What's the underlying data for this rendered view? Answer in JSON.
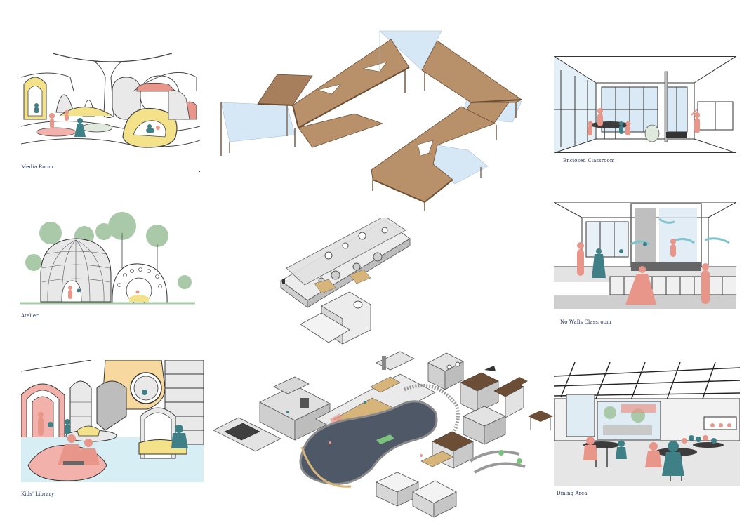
{
  "captions": {
    "media_room": "Media Room",
    "enclosed_classroom": "Enclosed Classroom",
    "atelier": "Atelier",
    "no_walls_classroom": "No Walls Classroom",
    "kids_library": "Kids' Library",
    "dining_area": "Dining Area"
  },
  "colors": {
    "wood": "#b8906a",
    "wood_dark": "#8a6a4c",
    "glass": "#cfe3f5",
    "figure_pink": "#e8958a",
    "figure_teal": "#3f7f86",
    "tree_green": "#a9c9a9",
    "yellow": "#f4e28a",
    "caption_navy": "#1d2b56",
    "water": "#4f5866"
  }
}
